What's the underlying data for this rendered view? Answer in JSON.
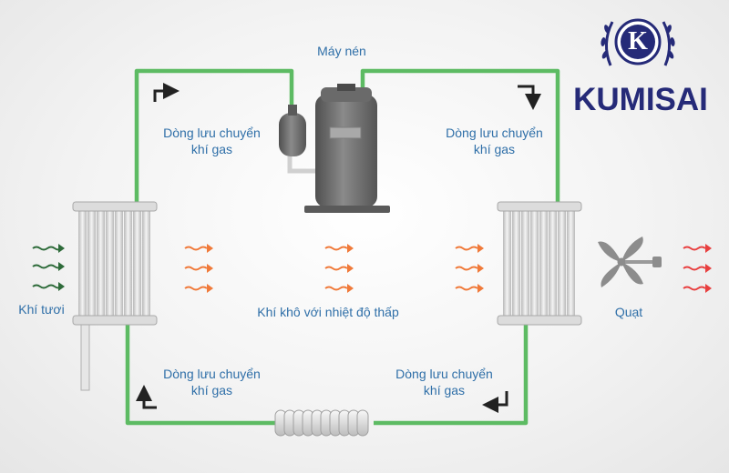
{
  "labels": {
    "compressor": "Máy nén",
    "flow_tl": "Dòng lưu chuyển\nkhí gas",
    "flow_tr": "Dòng lưu chuyển\nkhí gas",
    "flow_bl": "Dòng lưu chuyển\nkhí gas",
    "flow_br": "Dòng lưu chuyển\nkhí gas",
    "fresh_air": "Khí tươi",
    "dry_air": "Khí khô với nhiệt độ thấp",
    "fan": "Quạt"
  },
  "logo": {
    "letter": "K",
    "brand": "KUMISAI"
  },
  "colors": {
    "pipe": "#5dbb63",
    "text": "#2f6fa8",
    "brand": "#252a78",
    "fresh_arrow": "#2e6b3a",
    "warm_arrow": "#f07a3a",
    "hot_arrow": "#e84040",
    "unit": "#6a6a6a"
  },
  "icons": {
    "compressor": "compressor-icon",
    "fan": "fan-icon",
    "coil": "expansion-coil-icon",
    "condenser": "condenser-icon",
    "evaporator": "evaporator-icon"
  }
}
